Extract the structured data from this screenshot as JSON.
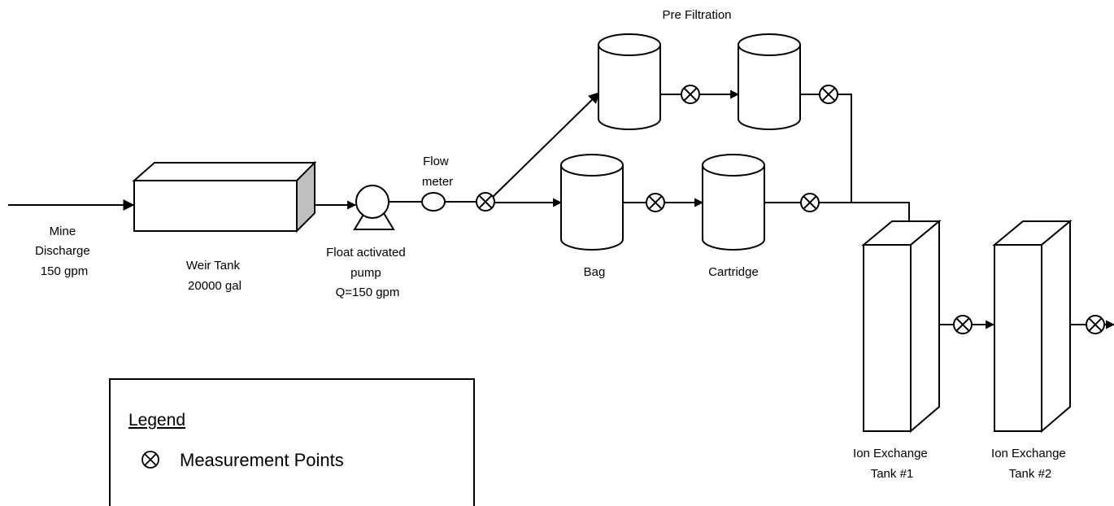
{
  "labels": {
    "mine_discharge": [
      "Mine",
      "Discharge",
      "150 gpm"
    ],
    "weir_tank": [
      "Weir Tank",
      "20000 gal"
    ],
    "pump": [
      "Float activated",
      "pump",
      "Q=150 gpm"
    ],
    "flow_meter": [
      "Flow",
      "meter"
    ],
    "pre_filtration": "Pre Filtration",
    "bag": "Bag",
    "cartridge": "Cartridge",
    "ion_tank_1": [
      "Ion Exchange",
      "Tank #1"
    ],
    "ion_tank_2": [
      "Ion Exchange",
      "Tank #2"
    ]
  },
  "legend": {
    "title": "Legend",
    "items": [
      {
        "icon": "measurement-point-icon",
        "label": "Measurement Points"
      }
    ]
  }
}
